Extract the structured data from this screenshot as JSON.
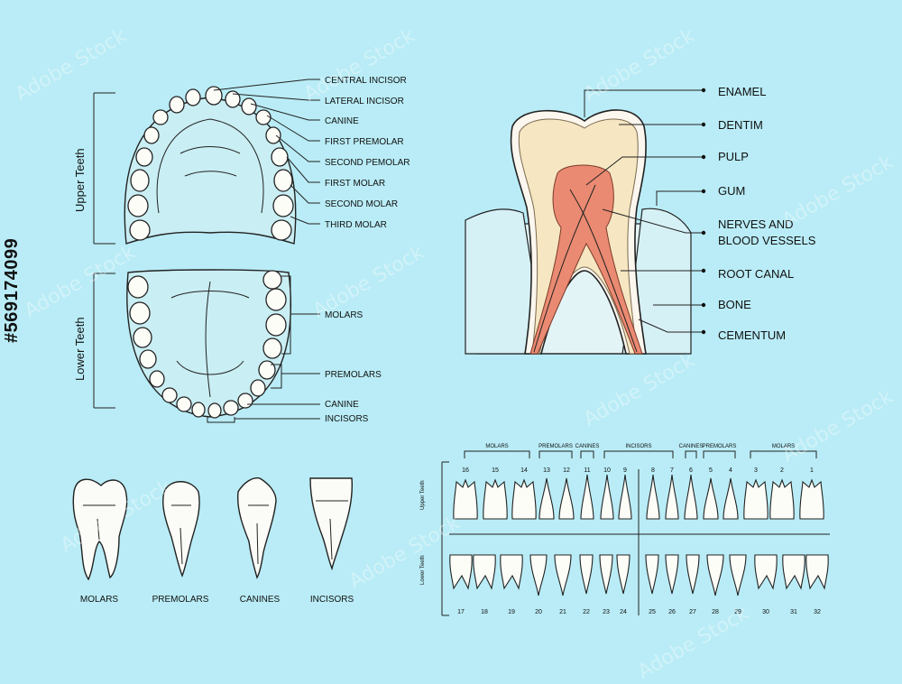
{
  "upper_jaw": {
    "side_label": "Upper Teeth",
    "labels": [
      "CENTRAL INCISOR",
      "LATERAL INCISOR",
      "CANINE",
      "FIRST PREMOLAR",
      "SECOND PEMOLAR",
      "FIRST MOLAR",
      "SECOND MOLAR",
      "THIRD MOLAR"
    ]
  },
  "lower_jaw": {
    "side_label": "Lower Teeth",
    "labels": [
      "MOLARS",
      "PREMOLARS",
      "CANINE",
      "INCISORS"
    ]
  },
  "cross_section": {
    "labels": [
      "ENAMEL",
      "DENTIM",
      "PULP",
      "GUM",
      "NERVES AND",
      "BLOOD VESSELS",
      "ROOT CANAL",
      "BONE",
      "CEMENTUM"
    ],
    "colors": {
      "enamel": "#fbf6ee",
      "dentin": "#f6e7c2",
      "pulp": "#ea8a72",
      "gum": "#d6f1f6",
      "bone": "#e3f4f6"
    }
  },
  "tooth_types": [
    "MOLARS",
    "PREMOLARS",
    "CANINES",
    "INCISORS"
  ],
  "numbering": {
    "upper_side_label": "Upper Teeth",
    "lower_side_label": "Lower Teeth",
    "groups": [
      "MOLARS",
      "PREMOLARS",
      "CANINES",
      "INCISORS",
      "CANINES",
      "PREMOLARS",
      "MOLARS"
    ],
    "upper_numbers": [
      "16",
      "15",
      "14",
      "13",
      "12",
      "11",
      "10",
      "9",
      "8",
      "7",
      "6",
      "5",
      "4",
      "3",
      "2",
      "1"
    ],
    "lower_numbers": [
      "17",
      "18",
      "19",
      "20",
      "21",
      "22",
      "23",
      "24",
      "25",
      "26",
      "27",
      "28",
      "29",
      "30",
      "31",
      "32"
    ]
  },
  "stock_id": "#569174099",
  "watermark": "Adobe Stock"
}
